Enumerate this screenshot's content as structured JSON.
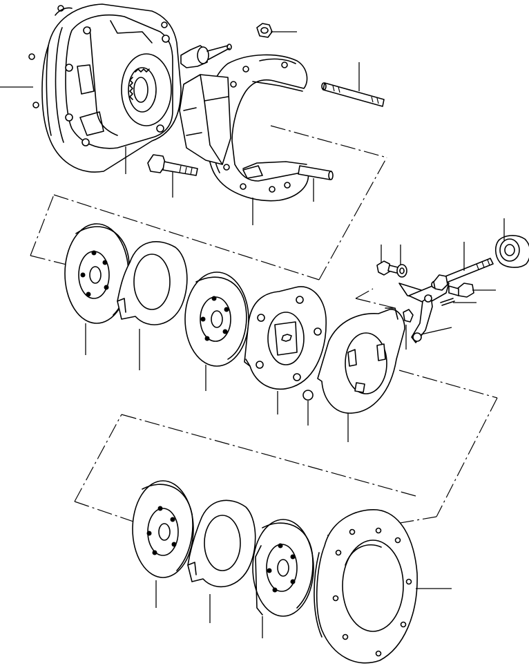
{
  "drawing": {
    "kind": "exploded parts diagram",
    "line_color": "#000000",
    "background_color": "#ffffff",
    "groups": [
      "hub-and-housing-assembly",
      "disc-pack-upper",
      "brake-actuator-linkage",
      "disc-pack-lower"
    ],
    "callout_count": 22
  }
}
